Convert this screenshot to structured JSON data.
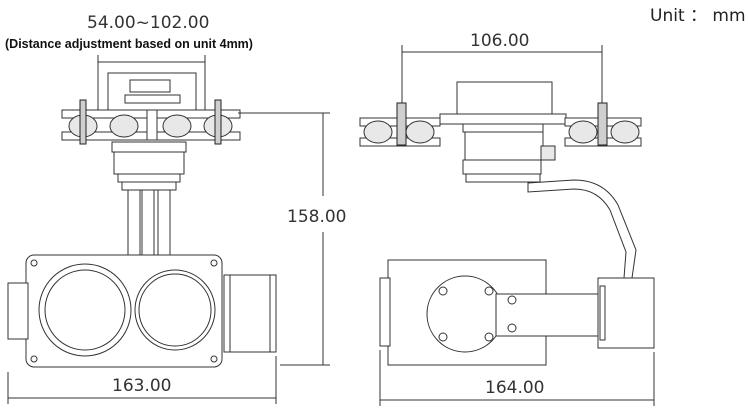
{
  "unit_label": "Unit ： mm",
  "dimensions": {
    "mount_range": "54.00~102.00",
    "mount_note": "(Distance adjustment based on unit 4mm)",
    "height": "158.00",
    "front_width": "163.00",
    "side_top_width": "106.00",
    "side_width": "164.00"
  }
}
